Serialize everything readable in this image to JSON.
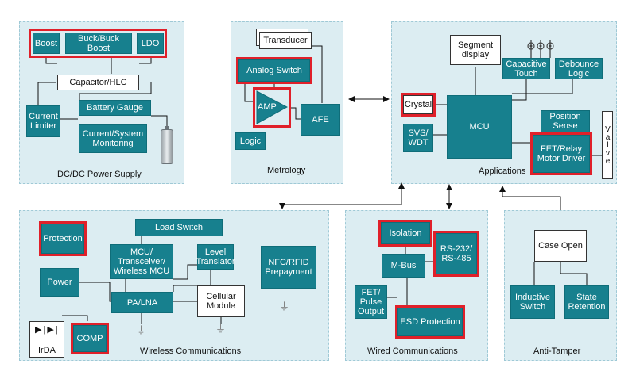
{
  "panels": {
    "dcdc": "DC/DC Power Supply",
    "metrology": "Metrology",
    "applications": "Applications",
    "wireless": "Wireless Communications",
    "wired": "Wired Communications",
    "antitamper": "Anti-Tamper"
  },
  "dcdc": {
    "boost": "Boost",
    "buck_boost": "Buck/Buck Boost",
    "ldo": "LDO",
    "capacitor": "Capacitor/HLC",
    "current_limiter": "Current Limiter",
    "battery_gauge": "Battery Gauge",
    "monitoring": "Current/System Monitoring"
  },
  "metrology": {
    "transducer": "Transducer",
    "analog_switch": "Analog Switch",
    "amp": "AMP",
    "afe": "AFE",
    "logic": "Logic"
  },
  "applications": {
    "segment_display": "Segment display",
    "capacitive_touch": "Capacitive Touch",
    "debounce_logic": "Debounce Logic",
    "crystal": "Crystal",
    "mcu": "MCU",
    "svs_wdt": "SVS/ WDT",
    "position_sense": "Position Sense",
    "fet_relay": "FET/Relay Motor Driver",
    "valve": "Valve"
  },
  "wireless": {
    "load_switch": "Load Switch",
    "protection": "Protection",
    "mcu_transceiver": "MCU/ Transceiver/ Wireless MCU",
    "level_translator": "Level Translator",
    "nfc": "NFC/RFID Prepayment",
    "power": "Power",
    "pa_lna": "PA/LNA",
    "cellular": "Cellular Module",
    "irda": "IrDA",
    "comp": "COMP"
  },
  "wired": {
    "isolation": "Isolation",
    "m_bus": "M-Bus",
    "rs232": "RS-232/ RS-485",
    "fet_pulse": "FET/ Pulse Output",
    "esd": "ESD Protection"
  },
  "antitamper": {
    "case_open": "Case Open",
    "inductive": "Inductive Switch",
    "state_retention": "State Retention"
  },
  "colors": {
    "teal": "#17808e",
    "panel": "#dcedf2",
    "highlight": "#e0202a"
  }
}
